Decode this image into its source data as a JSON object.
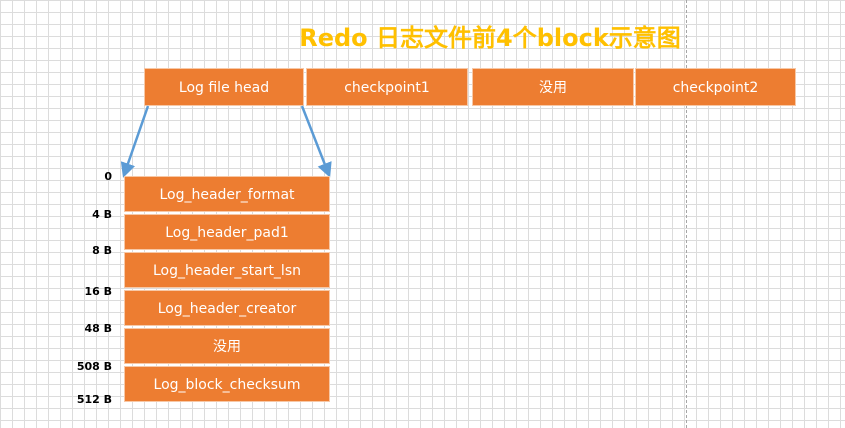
{
  "title": "Redo 日志文件前4个block示意图",
  "top_blocks": [
    {
      "label": "Log file head"
    },
    {
      "label": "checkpoint1"
    },
    {
      "label": "没用"
    },
    {
      "label": "checkpoint2"
    }
  ],
  "header_fields": [
    {
      "label": "Log_header_format"
    },
    {
      "label": "Log_header_pad1"
    },
    {
      "label": "Log_header_start_lsn"
    },
    {
      "label": "Log_header_creator"
    },
    {
      "label": "没用"
    },
    {
      "label": "Log_block_checksum"
    }
  ],
  "offsets": [
    "0",
    "4 B",
    "8 B",
    "16 B",
    "48 B",
    "508 B",
    "512 B"
  ],
  "colors": {
    "block": "#ed7d31",
    "title": "#ffc000",
    "arrow": "#5b9bd5"
  }
}
